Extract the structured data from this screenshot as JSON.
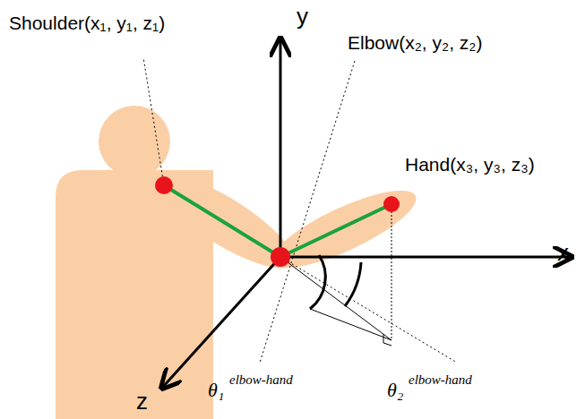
{
  "diagram": {
    "labels": [
      "Shoulder(x₁, y₁, z₁)",
      "y",
      "Elbow(x₂, y₂, z₂)",
      "Hand(x₃, y₃, z₃)",
      "x",
      "z",
      "θ₁",
      "elbow-hand",
      "θ₂",
      "elbow-hand"
    ]
  }
}
